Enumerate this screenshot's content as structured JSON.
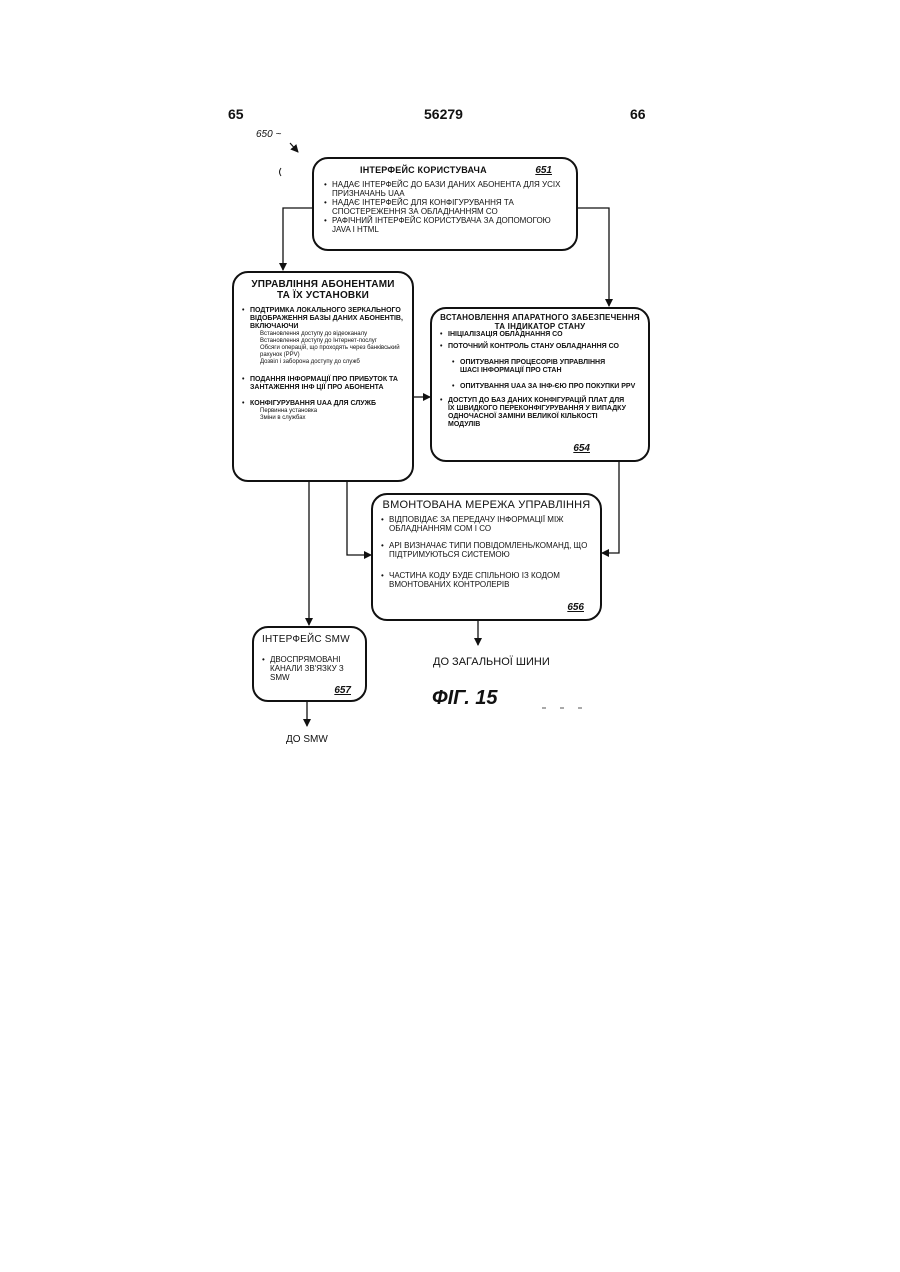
{
  "header": {
    "page_left": "65",
    "doc_number": "56279",
    "page_right": "66"
  },
  "figure_ref": "650",
  "boxes": {
    "ui": {
      "title": "ІНТЕРФЕЙС КОРИСТУВАЧА",
      "ref": "651",
      "items": [
        "НАДАЄ ІНТЕРФЕЙС ДО БАЗИ ДАНИХ АБОНЕНТА ДЛЯ УСІХ ПРИЗНАЧАНЬ UAA",
        "НАДАЄ ІНТЕРФЕЙС ДЛЯ КОНФІГУРУВАННЯ ТА СПОСТЕРЕЖЕННЯ ЗА ОБЛАДНАННЯМ СО",
        "РАФІЧНИЙ ІНТЕРФЕЙС КОРИСТУВАЧА ЗА ДОПОМОГОЮ JAVA I HTML"
      ]
    },
    "subs": {
      "title1": "УПРАВЛІННЯ АБОНЕНТАМИ",
      "title2": "ТА ЇХ УСТАНОВКИ",
      "item1": "ПОДТРИМКА ЛОКАЛЬНОГО ЗЕРКАЛЬНОГО ВІДОБРАЖЕННЯ БАЗЫ ДАНИХ АБОНЕНТІВ, ВКЛЮЧАЮЧИ",
      "sub1": [
        "Встановлення доступу до відеоканалу",
        "Встановлення доступу до Інтернет-послуг",
        "Обсяги операцій, що проходять через банківський рахунок (PPV)",
        "Дозвіл і заборона доступу до служб"
      ],
      "item2": "ПОДАННЯ ІНФОРМАЦІЇ ПРО ПРИБУТОК ТА ЗАНТАЖЕННЯ ІНФ ЦІЇ ПРО АБОНЕНТА",
      "item3": "КОНФІГУРУВАННЯ UAA ДЛЯ СЛУЖБ",
      "sub3": [
        "Первинна установка",
        "Зміни в службах"
      ]
    },
    "hw": {
      "title1": "ВСТАНОВЛЕННЯ АПАРАТНОГО ЗАБЕЗПЕЧЕННЯ",
      "title2": "ТА ІНДИКАТОР СТАНУ",
      "items": [
        "ІНІЦІАЛІЗАЦІЯ ОБЛАДНАННЯ СО",
        "ПОТОЧНИЙ КОНТРОЛЬ СТАНУ ОБЛАДНАННЯ СО"
      ],
      "subitems": [
        "ОПИТУВАННЯ ПРОЦЕСОРІВ УПРАВЛІННЯ ШАСІ ІНФОРМАЦІЇ ПРО СТАН",
        "ОПИТУВАННЯ UAA ЗА ІНФ-ЄЮ ПРО ПОКУПКИ PPV"
      ],
      "item_last": "ДОСТУП ДО БАЗ ДАНИХ КОНФІГУРАЦІЙ ПЛАТ ДЛЯ ЇХ ШВИДКОГО ПЕРЕКОНФІГУРУВАННЯ У ВИПАДКУ ОДНОЧАСНОЇ ЗАМІНИ ВЕЛИКОЇ КІЛЬКОСТІ МОДУЛІВ",
      "ref": "654"
    },
    "net": {
      "title": "ВМОНТОВАНА МЕРЕЖА УПРАВЛІННЯ",
      "items": [
        "ВІДПОВІДАЄ ЗА ПЕРЕДАЧУ ІНФОРМАЦІЇ МІЖ ОБЛАДНАННЯМ СОМ І СО",
        "API ВИЗНАЧАЄ ТИПИ ПОВІДОМЛЕНЬ/КОМАНД, ЩО ПІДТРИМУЮТЬСЯ СИСТЕМОЮ",
        "ЧАСТИНА КОДУ БУДЕ СПІЛЬНОЮ ІЗ КОДОМ ВМОНТОВАНИХ КОНТРОЛЕРІВ"
      ],
      "ref": "656"
    },
    "smw": {
      "title": "ІНТЕРФЕЙС SMW",
      "items": [
        "ДВОСПРЯМОВАНІ КАНАЛИ ЗВ'ЯЗКУ З SMW"
      ],
      "ref": "657"
    }
  },
  "labels": {
    "to_bus": "ДО ЗАГАЛЬНОЇ ШИНИ",
    "to_smw": "ДО SMW",
    "figure": "ФІГ. 15"
  }
}
